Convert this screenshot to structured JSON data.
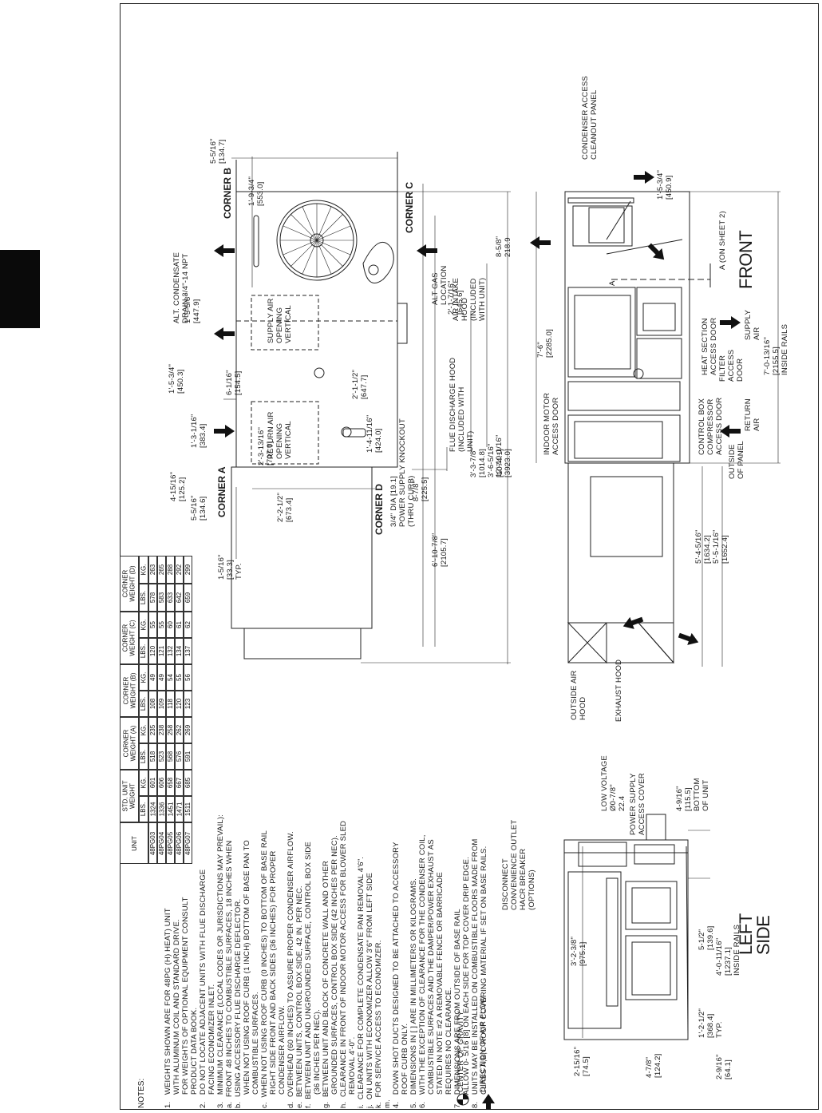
{
  "notes": {
    "heading": "NOTES:",
    "lines": [
      "1.   WEIGHTS SHOWN ARE FOR 48PG (H) HEAT) UNIT",
      "      WITH ALUMINUM COIL AND STANDARD DRIVE.",
      "      FOR WEIGHTS OF OPTIONAL EQUIPMENT CONSULT",
      "      PRODUCT DATA BOOK.",
      "",
      "2.   DO NOT LOCATE ADJACENT UNITS WITH FLUE DISCHARGE",
      "      FACING ECONOMIZER INLET.",
      "",
      "3.   MINIMUM CLEARANCE (LOCAL CODES OR JURISDICTIONS MAY PREVAIL):",
      "a.  FRONT 48 INCHES TO COMBUSTIBLE SURFACES, 18 INCHES WHEN",
      "b.  USING ACCESSORY FLUE DISCHARGE DEFLECTOR.",
      "      WHEN NOT USING ROOF CURB (1 INCH) BOTTOM OF BASE PAN TO",
      "      COMBUSTIBLE SURFACES.",
      "c.  WHEN NOT USING ROOF CURB (0 INCHES) TO BOTTOM OF BASE RAIL",
      "      RIGHT SIDE FRONT AND BACK SIDES (36 INCHES) FOR PROPER",
      "      CONDENSER AIRFLOW.",
      "d.  OVERHEAD (60 INCHES) TO ASSURE PROPER CONDENSER AIRFLOW.",
      "e.  BETWEEN UNITS, CONTROL BOX SIDE, 42 IN. PER NEC.",
      "f.  BETWEEN UNIT AND UNGROUNDED SURFACE, CONTROL BOX SIDE",
      "      (36 INCHES PER NEC).",
      "g.  BETWEEN UNIT AND BLOCK OF CONCRETE WALL AND OTHER",
      "      GROUNDED SURFACES, CONTROL BOX SIDE (42 INCHES PER NEC).",
      "h.  CLEARANCE IN FRONT OF INDOOR MOTOR ACCESS FOR BLOWER SLED",
      "      REMOVAL 4'-0\".",
      "i.  CLEARANCE FOR COMPLETE CONDENSATE PAN REMOVAL 4'6\".",
      "j.  ON UNITS WITH ECONOMIZER ALLOW 3'6\" FROM LEFT SIDE",
      "k.  FOR SERVICE ACCESS TO ECONOMIZER.",
      "m.",
      "",
      "4.   DOWN SHOT DUCTS DESIGNED TO BE ATTACHED TO ACCESSORY",
      "      ROOF CURB ONLY.",
      "",
      "5.   DIMENSIONS IN [ ] ARE IN MILLIMETERS OR KILOGRAMS.",
      "",
      "6.   WITH THE EXCEPTION OF CLEARANCE FOR THE CONDENSER COIL,",
      "      COMBUSTIBLE SURFACES AND THE DAMPER/POWER EXHAUST AS",
      "      STATED IN NOTE #2 A REMOVABLE FENCE OR BARRICADE",
      "      REQUIRES NO CLEARANCE.",
      "",
      "7.   DIMENSIONS ARE FROM OUTSIDE OF BASE RAIL",
      "      ALLOW 0- 5/16 [8] ON EACH SIDE FOR TOP COVER DRIP EDGE.",
      "",
      "8.   UNITS MAY BE INSTALLED ON COMBUSTIBLE FLOORS MADE FROM",
      "      CLASS A,B,C ROOF COVERING MATERIAL IF SET ON BASE RAILS."
    ],
    "legend_cg": "CENTER OF GRAVITY",
    "legend_airflow": "DIRECTION OF AIR FLOW"
  },
  "weight_table": {
    "col_unit": "UNIT",
    "col_std": "STD. UNIT\nWEIGHT",
    "col_a": "CORNER\nWEIGHT (A)",
    "col_b": "CORNER\nWEIGHT (B)",
    "col_c": "CORNER\nWEIGHT (C)",
    "col_d": "CORNER\nWEIGHT (D)",
    "lbs": "LBS.",
    "kg": "KG.",
    "rows": [
      {
        "unit": "48PG03",
        "std_lbs": "1324",
        "std_kg": "601",
        "a_lbs": "518",
        "a_kg": "235",
        "b_lbs": "108",
        "b_kg": "49",
        "c_lbs": "120",
        "c_kg": "55",
        "d_lbs": "578",
        "d_kg": "263"
      },
      {
        "unit": "48PG04",
        "std_lbs": "1336",
        "std_kg": "606",
        "a_lbs": "523",
        "a_kg": "238",
        "b_lbs": "109",
        "b_kg": "49",
        "c_lbs": "121",
        "c_kg": "55",
        "d_lbs": "583",
        "d_kg": "265"
      },
      {
        "unit": "48PG05",
        "std_lbs": "1451",
        "std_kg": "658",
        "a_lbs": "568",
        "a_kg": "258",
        "b_lbs": "118",
        "b_kg": "54",
        "c_lbs": "132",
        "c_kg": "60",
        "d_lbs": "633",
        "d_kg": "288"
      },
      {
        "unit": "48PG06",
        "std_lbs": "1471",
        "std_kg": "667",
        "a_lbs": "576",
        "a_kg": "262",
        "b_lbs": "120",
        "b_kg": "55",
        "c_lbs": "134",
        "c_kg": "61",
        "d_lbs": "642",
        "d_kg": "292"
      },
      {
        "unit": "48PG07",
        "std_lbs": "1511",
        "std_kg": "685",
        "a_lbs": "591",
        "a_kg": "269",
        "b_lbs": "123",
        "b_kg": "56",
        "c_lbs": "137",
        "c_kg": "62",
        "d_lbs": "659",
        "d_kg": "299"
      }
    ]
  },
  "top_view": {
    "corner_a": "CORNER A",
    "corner_b": "CORNER B",
    "corner_c": "CORNER C",
    "corner_d": "CORNER D",
    "supply_opening": "SUPPLY AIR\nOPENING\nVERTICAL",
    "return_opening": "RETURN AIR\nOPENING\nVERTICAL",
    "alt_condensate": "ALT. CONDENSATE\nDRAIN 3/4\"-14 NPT",
    "alt_gas": "ALT GAS\nLOCATION",
    "air_intake": "AIR INTAKE\nHOOD\n(INCLUDED\nWITH UNIT)",
    "flue_hood": "FLUE DISCHARGE HOOD\n(INCLUDED WITH\nUNIT)",
    "power_knockout": "3/4\" DIA [19.1]\nPOWER SUPPLY KNOCKOUT\n(THRU CURB)",
    "dims": {
      "d_5_5_16_right": "5-5/16\"\n[134.7]",
      "d_1_9_3_4": "1'-9-3/4\"\n[553.0]",
      "d_8_5_8": "8-5/8\"\n218.9",
      "d_2_1_7_16": "2'-1-7/16\"\n[645.6]",
      "d_1_5_5_8": "1'-5-5/8\"\n[447.9]",
      "d_1_5_3_4": "1'-5-3/4\"\n[450.3]",
      "d_6_1_16": "6-1/16\"\n[154.5]",
      "d_2_1_1_2": "2'-1-1/2\"\n[647.7]",
      "d_1_3_1_16": "1'-3-1/16\"\n[383.4]",
      "d_2_3_13_16": "2'-3-13/16\"\n[707.0]",
      "d_1_4_11_16": "1'-4-11/16\"\n[424.0]",
      "d_3_3_7_8": "3'-3-7/8\"\n[1014.8]",
      "d_3_6_5_16": "3'-6-5/16\"\n[1074.1]",
      "d_12_10_1_16": "12'-10-1/16\"\n[3923.0]",
      "d_4_15_16": "4-15/16\"\n[125.2]",
      "d_5_5_16_left": "5-5/16\"\n[134.6]",
      "d_2_2_1_2": "2'-2-1/2\"\n[673.4]",
      "d_8_7_8": "8-7/8\"\n[225.5]",
      "d_6_10_7_8": "6'-10-7/8\"\n[2105.7]",
      "d_1_5_16": "1-5/16\"\n[33.3]\nTYP."
    }
  },
  "front_view": {
    "title": "FRONT",
    "condenser_access": "CONDENSER ACCESS\nCLEANOUT PANEL",
    "on_sheet_2": "A (ON SHEET 2)",
    "section_a": "A",
    "supply_air": "SUPPLY\nAIR",
    "return_air": "RETURN\nAIR",
    "heat_section": "HEAT SECTION\nACCESS DOOR",
    "filter_door": "FILTER\nACCESS\nDOOR",
    "control_box": "CONTROL BOX\nCOMPRESSOR\nACCESS DOOR",
    "indoor_motor": "INDOOR MOTOR\nACCESS DOOR",
    "outside_panel": "OUTSIDE\nOF PANEL",
    "outside_air_hood": "OUTSIDE AIR\nHOOD",
    "exhaust_hood": "EXHAUST HOOD",
    "dims": {
      "d_1_5_3_4": "1'-5-3/4\"\n[450.9]",
      "d_7_6": "7'-6\"\n[2285.0]",
      "d_7_0_13_16": "7'-0-13/16\"\n[2155.5]\nINSIDE RAILS",
      "d_5_4_5_16": "5'-4-5/16\"\n[1634.2]",
      "d_5_5_1_16": "5'-5-1/16\"\n[1652.4]"
    }
  },
  "left_view": {
    "title": "LEFT\nSIDE",
    "low_voltage": "LOW VOLTAGE\nØ0-7/8\"\n22.4",
    "power_supply_cover": "POWER SUPPLY\nACCESS COVER",
    "disconnect": "DISCONNECT\nCONVENIENCE OUTLET\nHACR BREAKER\n(OPTIONS)",
    "dims": {
      "d_4_9_16": "4-9/16\"\n[115.5]\nBOTTOM\nOF UNIT",
      "d_3_2_3_8": "3'-2-3/8\"\n[975.1]",
      "d_5_1_2": "5-1/2\"\n[139.6]",
      "d_4_0_11_16": "4'-0-11/16\"\n[1237.1]\nINSIDE RAILS",
      "d_1_2_1_2": "1'-2-1/2\"\n[368.4]\nTYP.",
      "d_2_15_16": "2-15/16\"\n[74.5]",
      "d_4_7_8": "4-7/8\"\n[124.2]",
      "d_2_9_16": "2-9/16\"\n[64.1]"
    }
  }
}
